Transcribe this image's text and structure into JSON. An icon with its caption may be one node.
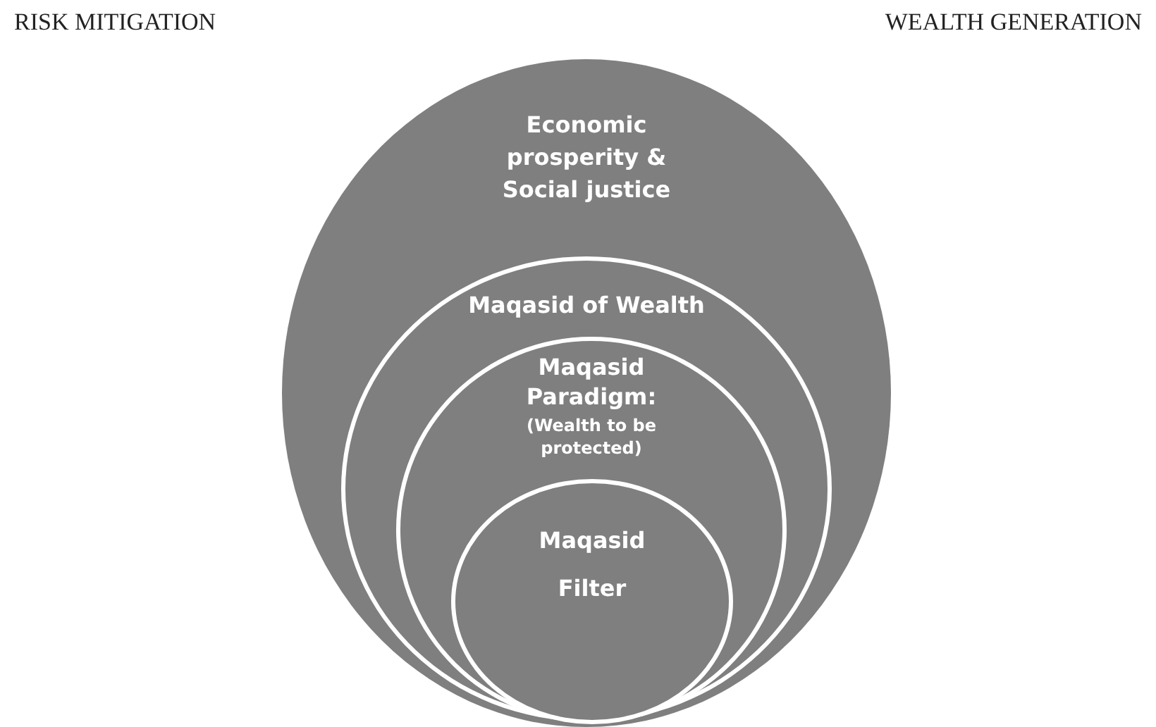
{
  "diagram": {
    "nodes": [
      {
        "text": [
          "Economic prosperity & Social justice"
        ]
      },
      {
        "text": [
          "Maqasid of Wealth"
        ],
        "in": 0
      },
      {
        "text": [
          "Maqasid Paradigm:",
          "(Wealth to be protected)"
        ],
        "in": 1
      },
      {
        "text": [
          "Maqasid Filter"
        ],
        "in": 2
      }
    ],
    "labels": [
      "RISK MITIGATION",
      "WEALTH GENERATION"
    ]
  }
}
